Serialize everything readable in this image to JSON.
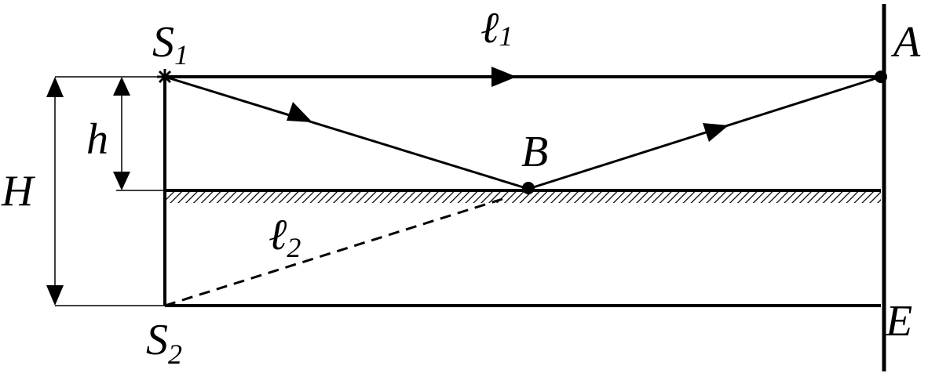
{
  "labels": {
    "s1": "S",
    "s1_sub": "1",
    "s2": "S",
    "s2_sub": "2",
    "l1": "ℓ",
    "l1_sub": "1",
    "l2": "ℓ",
    "l2_sub": "2",
    "a": "A",
    "b": "B",
    "e": "E",
    "h_small": "h",
    "h_big": "H"
  },
  "colors": {
    "stroke": "#000000",
    "background": "#ffffff"
  }
}
